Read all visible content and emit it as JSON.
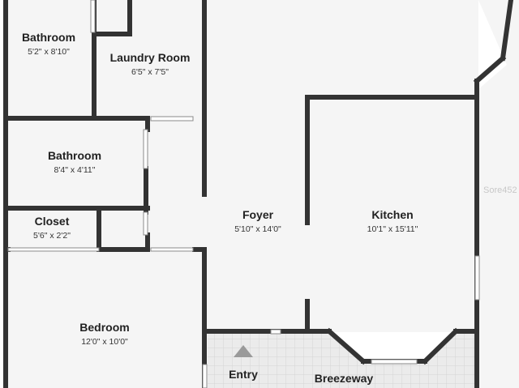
{
  "colors": {
    "floor": "#f4f4f4",
    "wall": "#333333",
    "patio": "#e9e9e9",
    "patio_grid": "#d2d2d2",
    "entry_arrow": "#9a9a9a"
  },
  "rooms": {
    "bathroom_top": {
      "name": "Bathroom",
      "dims": "5'2\" x 8'10\""
    },
    "laundry": {
      "name": "Laundry Room",
      "dims": "6'5\" x 7'5\""
    },
    "bathroom_mid": {
      "name": "Bathroom",
      "dims": "8'4\" x 4'11\""
    },
    "closet": {
      "name": "Closet",
      "dims": "5'6\" x 2'2\""
    },
    "foyer": {
      "name": "Foyer",
      "dims": "5'10\" x 14'0\""
    },
    "kitchen": {
      "name": "Kitchen",
      "dims": "10'1\" x 15'11\""
    },
    "bedroom": {
      "name": "Bedroom",
      "dims": "12'0\" x 10'0\""
    },
    "entry": {
      "name": "Entry"
    },
    "breezeway": {
      "name": "Breezeway"
    }
  },
  "entry_arrow_icon": "triangle-up",
  "watermark_partial": "Sore452"
}
